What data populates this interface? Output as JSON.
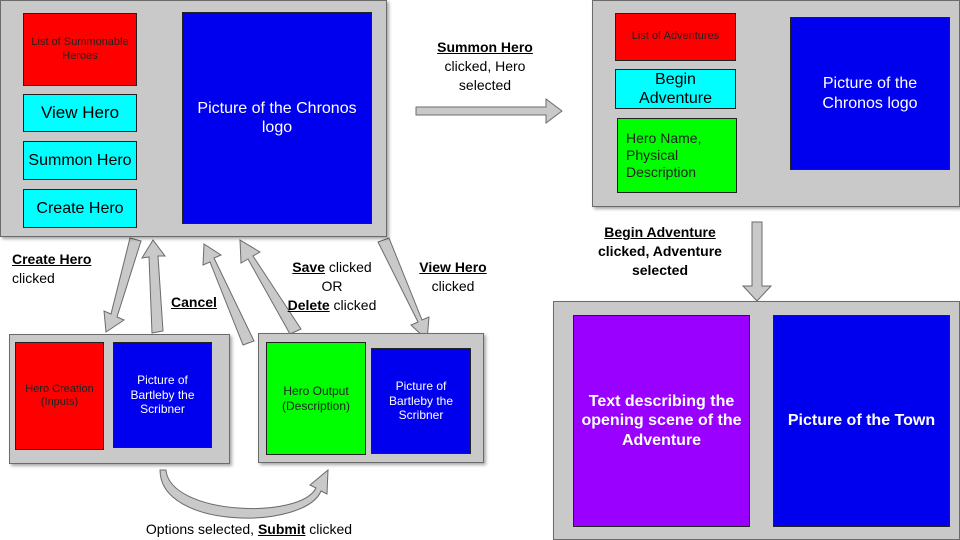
{
  "screens": {
    "main_menu": {
      "summonable_list": "List of Summonable Heroes",
      "view_hero": "View Hero",
      "summon_hero": "Summon Hero",
      "create_hero": "Create Hero",
      "logo": "Picture of the Chronos logo"
    },
    "adventure_select": {
      "adventure_list": "List of Adventures",
      "begin_adventure": "Begin Adventure",
      "hero_info": "Hero Name, Physical Description",
      "logo": "Picture of the Chronos logo"
    },
    "hero_creation": {
      "inputs": "Hero Creation (Inputs)",
      "picture": "Picture of Bartleby the Scribner"
    },
    "hero_view": {
      "output": "Hero Output (Description)",
      "picture": "Picture of Bartleby the Scribner"
    },
    "adventure": {
      "scene_text": "Text describing the opening scene of the Adventure",
      "town_picture": "Picture of the Town"
    }
  },
  "transitions": {
    "summon": {
      "link": "Summon Hero",
      "rest1": "clicked, Hero",
      "rest2": "selected"
    },
    "begin": {
      "link": "Begin Adventure",
      "rest1": "clicked, Adventure",
      "rest2": "selected"
    },
    "create": {
      "link": "Create Hero",
      "rest": "clicked"
    },
    "cancel": {
      "link": "Cancel"
    },
    "save_delete": {
      "save": "Save",
      "clicked1": " clicked",
      "or": "OR",
      "delete": "Delete",
      "clicked2": " clicked"
    },
    "view": {
      "link": "View Hero",
      "rest": "clicked"
    },
    "submit": {
      "prefix": "Options selected, ",
      "link": "Submit",
      "suffix": " clicked"
    }
  }
}
